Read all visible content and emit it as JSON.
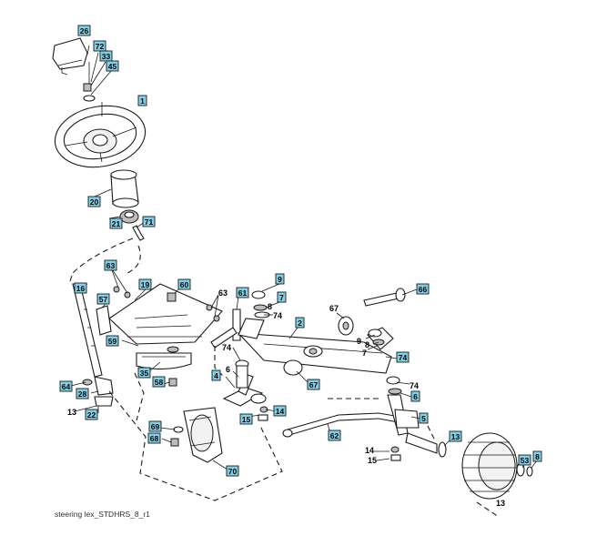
{
  "caption": "steering lex_STDHRS_8_r1",
  "colors": {
    "callout_fill": "#7fd0e8",
    "line": "#1a1a1a",
    "background": "#ffffff"
  },
  "callouts": {
    "c26": "26",
    "c72": "72",
    "c33": "33",
    "c45": "45",
    "c1": "1",
    "c20": "20",
    "c21": "21",
    "c71": "71",
    "c63a": "63",
    "c16": "16",
    "c57": "57",
    "c19": "19",
    "c60": "60",
    "c61": "61",
    "c9a": "9",
    "c7a": "7",
    "c66": "66",
    "c2": "2",
    "c59": "59",
    "c74a": "74",
    "c35": "35",
    "c58": "58",
    "c4": "4",
    "c67": "67",
    "c64": "64",
    "c28": "28",
    "c22": "22",
    "c15a": "15",
    "c14a": "14",
    "c6a": "6",
    "c5": "5",
    "c62": "62",
    "c69": "69",
    "c68": "68",
    "c70": "70",
    "c13a": "13",
    "c53": "53",
    "c8a": "8"
  },
  "labels": {
    "l63": "63",
    "l74a": "74",
    "l8": "8",
    "l67": "67",
    "l9": "9",
    "l8b": "8",
    "l7": "7",
    "l74b": "74",
    "l6": "6",
    "l74c": "74",
    "l13a": "13",
    "l14": "14",
    "l15": "15",
    "l13b": "13"
  }
}
